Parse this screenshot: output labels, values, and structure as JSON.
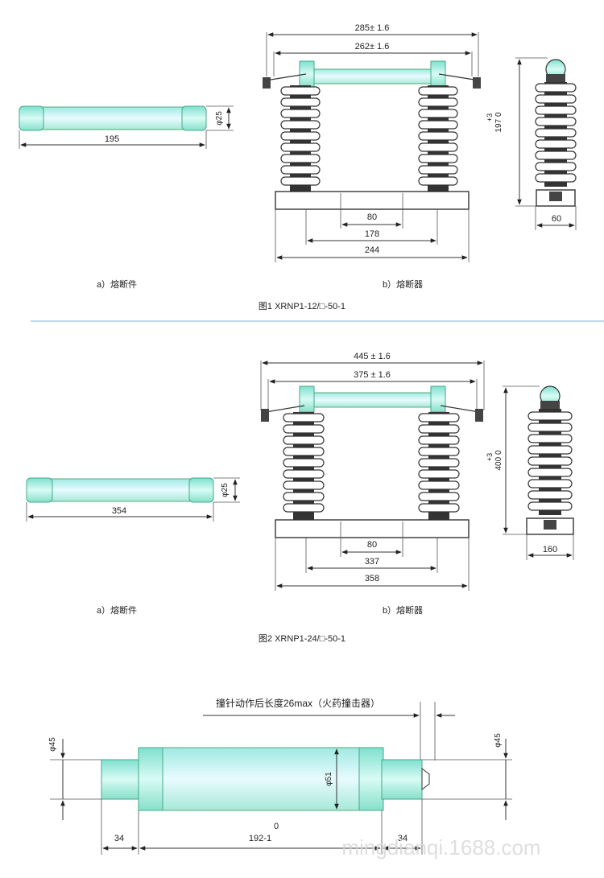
{
  "figure1": {
    "element": {
      "length": "195",
      "diameter": "φ25",
      "caption": "a）熔断件"
    },
    "fuse": {
      "overall": "285± 1.6",
      "inner": "262± 1.6",
      "bolt": "80",
      "mid": "178",
      "base": "244",
      "caption": "b）熔断器"
    },
    "side": {
      "height": "197 0",
      "height_tol": "+3",
      "width": "60"
    },
    "title": "图1 XRNP1-12/□-50-1"
  },
  "figure2": {
    "element": {
      "length": "354",
      "diameter": "φ25",
      "caption": "a）熔断件"
    },
    "fuse": {
      "overall": "445 ± 1.6",
      "inner": "375 ± 1.6",
      "bolt": "80",
      "mid": "337",
      "base": "358",
      "caption": "b）熔断器"
    },
    "side": {
      "height": "400 0",
      "height_tol": "+3",
      "width": "160"
    },
    "title": "图2 XRNP1-24/□-50-1"
  },
  "figure3": {
    "striker_note": "撞针动作后长度26max（火药撞击器）",
    "left_diameter": "φ45",
    "right_diameter": "φ45",
    "body_diameter": "φ51",
    "left_cap": "34",
    "right_cap": "34",
    "body_length": "192-1",
    "body_length_tol": "0"
  },
  "watermark": "mingdianqi.1688.com",
  "colors": {
    "tube": "#aef0e4",
    "divider": "#7fb1d9"
  }
}
